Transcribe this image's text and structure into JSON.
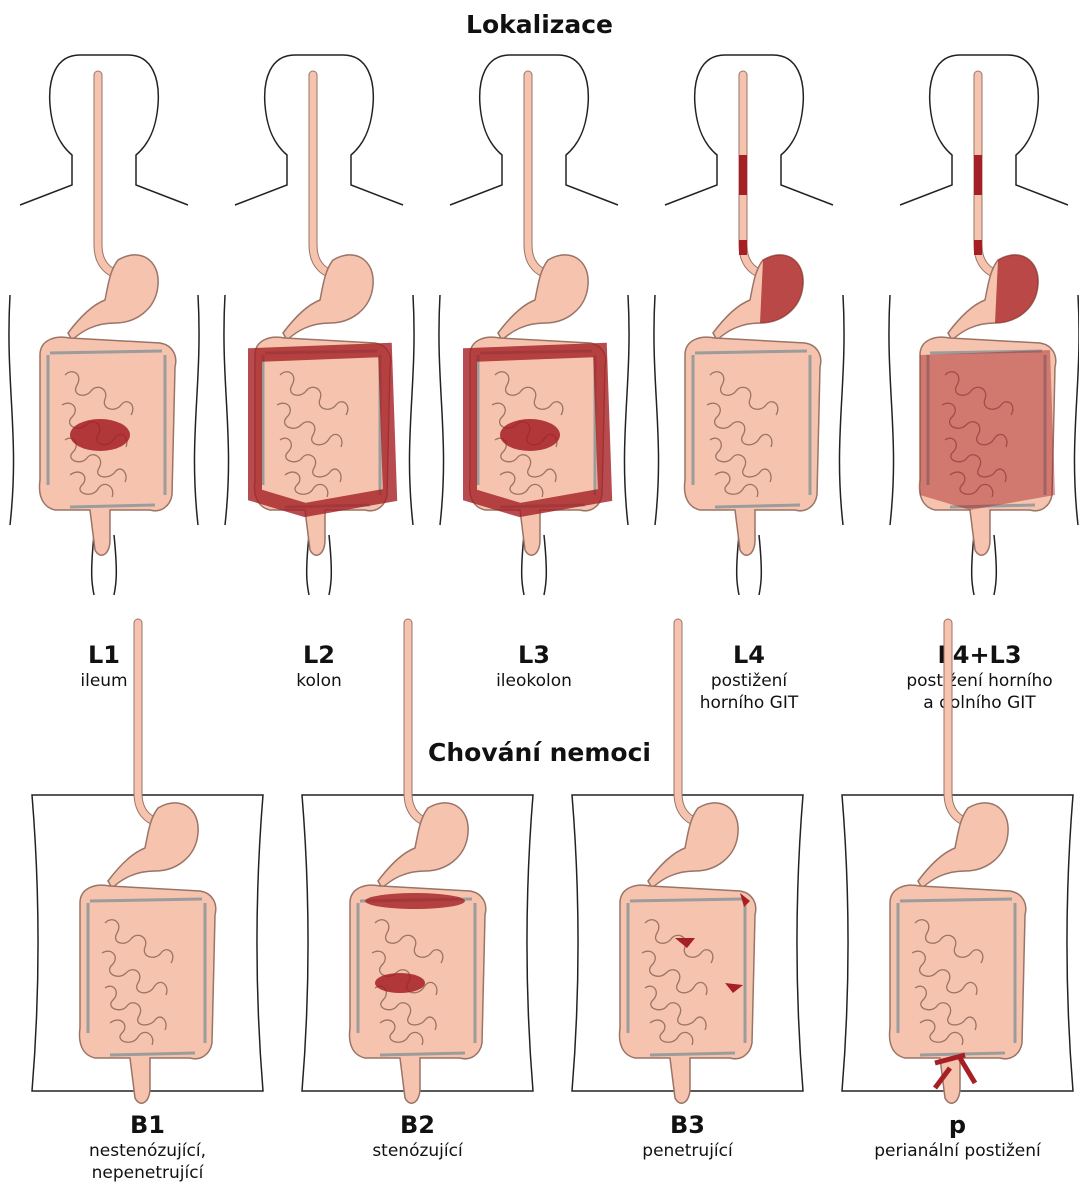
{
  "sections": {
    "localization": {
      "title": "Lokalizace",
      "items": [
        {
          "code": "L1",
          "description": "ileum"
        },
        {
          "code": "L2",
          "description": "kolon"
        },
        {
          "code": "L3",
          "description": "ileokolon"
        },
        {
          "code": "L4",
          "description": "postižení\nhorního GIT"
        },
        {
          "code": "L4+L3",
          "description": "postižení horního\na dolního GIT"
        }
      ]
    },
    "behavior": {
      "title": "Chování nemoci",
      "items": [
        {
          "code": "B1",
          "description": "nestenózující,\nnepenetrující"
        },
        {
          "code": "B2",
          "description": "stenózující"
        },
        {
          "code": "B3",
          "description": "penetrující"
        },
        {
          "code": "p",
          "description": "perianální postižení"
        }
      ]
    }
  },
  "colors": {
    "organ_fill": "#f6c4ae",
    "organ_stroke": "#9a7466",
    "colon_stripe": "#9c9c9c",
    "inflamed": "#a51f24",
    "outline": "#222222"
  }
}
